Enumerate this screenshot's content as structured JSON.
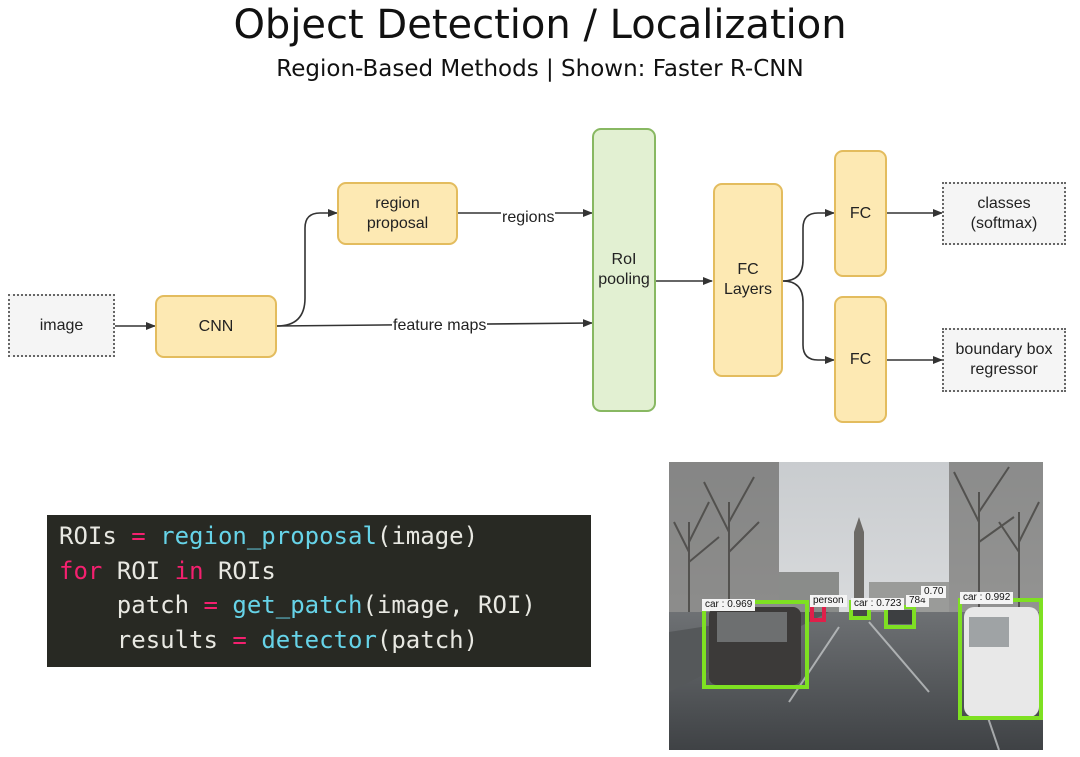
{
  "header": {
    "title": "Object Detection / Localization",
    "subtitle": "Region-Based Methods | Shown: Faster R-CNN"
  },
  "diagram": {
    "nodes": {
      "image": "image",
      "cnn": "CNN",
      "region_proposal": "region\nproposal",
      "roi_pooling": "RoI\npooling",
      "fc_layers": "FC\nLayers",
      "fc_top": "FC",
      "fc_bottom": "FC",
      "classes": "classes\n(softmax)",
      "bbox": "boundary box\nregressor"
    },
    "edge_labels": {
      "regions": "regions",
      "feature_maps": "feature maps"
    },
    "colors": {
      "box_fill": "#fde9b3",
      "box_border": "#e3bc5e",
      "pool_fill": "#e2f0d2",
      "pool_border": "#88b862",
      "arrow": "#333333"
    }
  },
  "code": {
    "line1": {
      "var": "ROIs",
      "op": "=",
      "fn": "region_proposal",
      "args": "(image)"
    },
    "line2": {
      "kw1": "for",
      "var": "ROI",
      "kw2": "in",
      "iter": "ROIs"
    },
    "line3": {
      "var": "patch",
      "op": "=",
      "fn": "get_patch",
      "args": "(image, ROI)"
    },
    "line4": {
      "var": "results",
      "op": "=",
      "fn": "detector",
      "args": "(patch)"
    },
    "colors": {
      "background": "#282923",
      "keyword": "#f4206f",
      "function": "#66d3e8",
      "text": "#e8e8e2"
    }
  },
  "photo": {
    "detections": {
      "car_left": "car : 0.969",
      "person": "person",
      "car_mid": "car : 0.723",
      "car_mid2": "784",
      "car_far": "0.70",
      "car_right": "car : 0.992"
    },
    "colors": {
      "box": "#7ee022",
      "person_box": "#e0204a"
    }
  }
}
